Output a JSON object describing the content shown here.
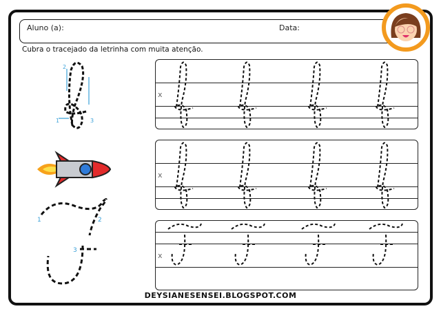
{
  "header": {
    "student_label": "Aluno (a):",
    "date_label": "Data:"
  },
  "instruction": "Cubra o tracejado da letrinha com muita atenção.",
  "guide_numbers": [
    "1",
    "2",
    "3"
  ],
  "row_marker": "x",
  "footer": "DEYSIANESENSEI.BLOGSPOT.COM",
  "colors": {
    "frame": "#111111",
    "avatar_ring": "#f39a1e",
    "guide_arrows": "#3aa0d8"
  }
}
